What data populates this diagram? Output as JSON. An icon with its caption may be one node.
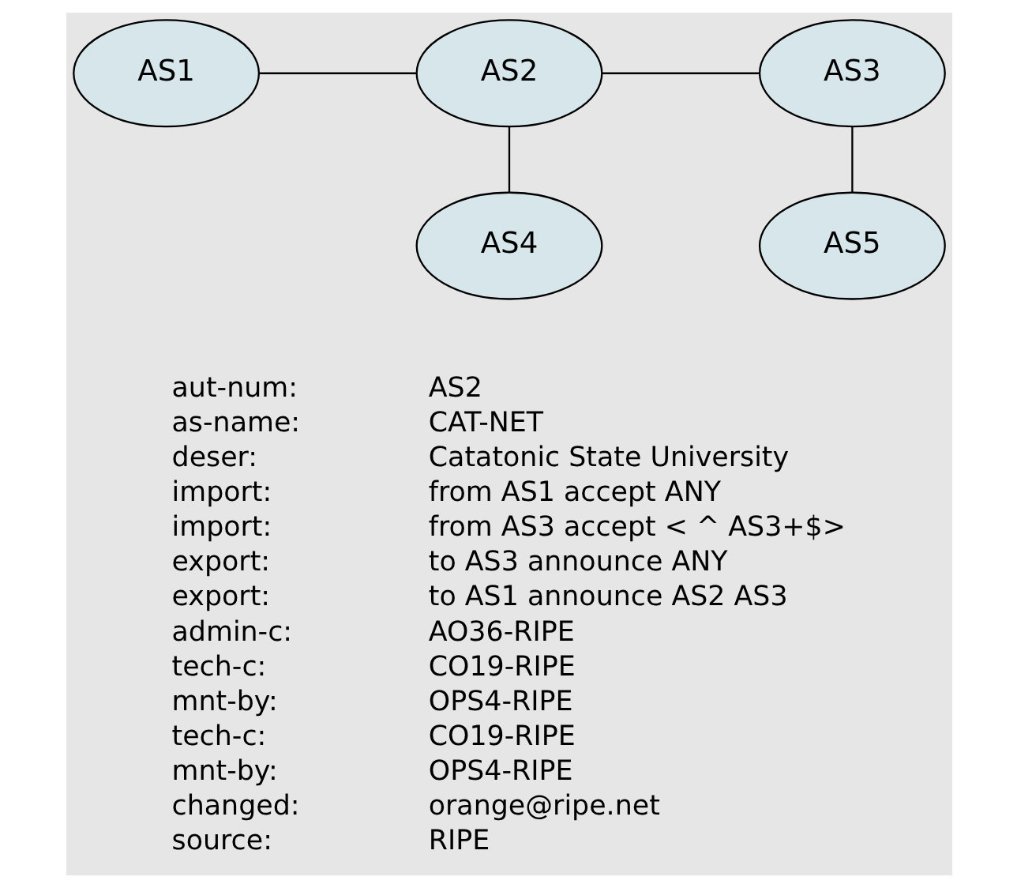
{
  "diagram": {
    "nodes": [
      {
        "text": [
          "AS1"
        ]
      },
      {
        "text": [
          "AS2"
        ]
      },
      {
        "text": [
          "AS3"
        ]
      },
      {
        "text": [
          "AS4"
        ]
      },
      {
        "text": [
          "AS5"
        ]
      }
    ],
    "edges": [
      {
        "from": 0,
        "to": 1,
        "arrow": "none"
      },
      {
        "from": 1,
        "to": 2,
        "arrow": "none"
      },
      {
        "from": 1,
        "to": 3,
        "arrow": "none"
      },
      {
        "from": 2,
        "to": 4,
        "arrow": "none"
      }
    ],
    "labels": [
      "aut-num:",
      "AS2",
      "as-name:",
      "CAT-NET",
      "deser:",
      "Catatonic State University",
      "import:",
      "from AS1 accept ANY",
      "import:",
      "from AS3 accept < ^ AS3+$>",
      "export:",
      "to AS3 announce ANY",
      "export:",
      "to AS1 announce AS2 AS3",
      "admin-c:",
      "AO36-RIPE",
      "tech-c:",
      "CO19-RIPE",
      "mnt-by:",
      "OPS4-RIPE",
      "tech-c:",
      "CO19-RIPE",
      "mnt-by:",
      "OPS4-RIPE",
      "changed:",
      "orange@ripe.net",
      "source:",
      "RIPE"
    ]
  }
}
